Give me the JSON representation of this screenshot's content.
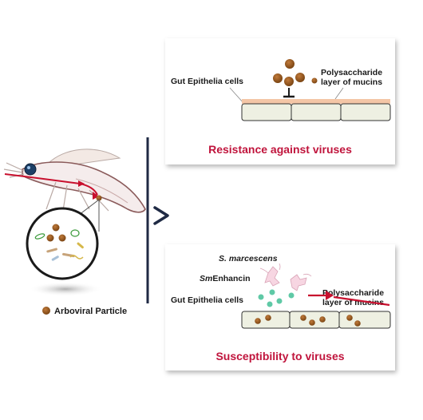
{
  "colors": {
    "title_red": "#c0143c",
    "navy": "#1f2a44",
    "particle_brown": "#9a5a1e",
    "mucin_layer": "#f4c6a6",
    "cell_fill": "#eef0e2",
    "arrow_red": "#c8102e"
  },
  "left": {
    "legend_label": "Arboviral Particle",
    "mosquito_icon": "mosquito-icon",
    "magnifier_icon": "magnifier-icon"
  },
  "top_panel": {
    "label_cells": "Gut Epithelia cells",
    "label_mucin_line1": "Polysaccharide",
    "label_mucin_line2": "layer of mucins",
    "title": "Resistance against viruses"
  },
  "bottom_panel": {
    "label_bacteria": "S. marcescens",
    "label_enhancin_italic": "Sm",
    "label_enhancin_rest": "Enhancin",
    "label_cells": "Gut Epithelia cells",
    "label_mucin_line1": "Polysaccharide",
    "label_mucin_line2": "layer of mucins",
    "title": "Susceptibility to viruses"
  }
}
